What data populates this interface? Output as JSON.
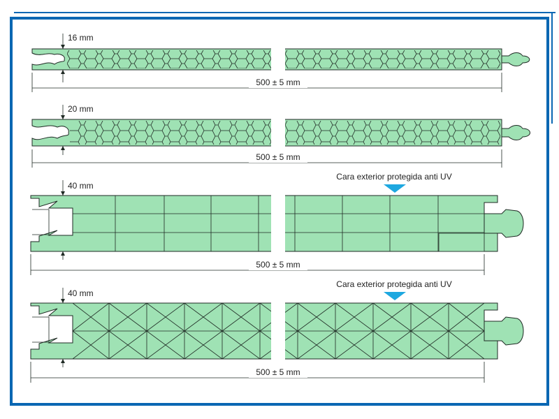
{
  "colors": {
    "frame": "#0a67b3",
    "panel_fill": "#9fe2b4",
    "outline": "#1f2a24",
    "uv_marker": "#1ea8e0"
  },
  "panels": [
    {
      "thickness_label": "16 mm",
      "width_label": "500 ± 5 mm",
      "core_pattern": "honeycomb"
    },
    {
      "thickness_label": "20 mm",
      "width_label": "500 ± 5 mm",
      "core_pattern": "honeycomb"
    },
    {
      "thickness_label": "40 mm",
      "width_label": "500 ± 5 mm",
      "core_pattern": "rectangular-cells",
      "uv_note": "Cara exterior protegida anti UV"
    },
    {
      "thickness_label": "40 mm",
      "width_label": "500 ± 5 mm",
      "core_pattern": "triangular-truss",
      "uv_note": "Cara exterior protegida anti UV"
    }
  ]
}
